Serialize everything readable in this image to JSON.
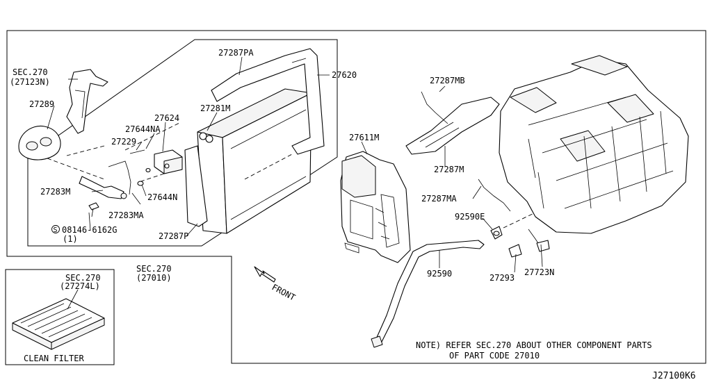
{
  "labels": {
    "sec270_top": "SEC.270",
    "sec270_top_sub": "(27123N)",
    "p27289": "27289",
    "p27287PA": "27287PA",
    "p27620": "27620",
    "p27281M": "27281M",
    "p27624": "27624",
    "p27644NA": "27644NA",
    "p27229": "27229",
    "p27283M": "27283M",
    "p27644N": "27644N",
    "p27283MA": "27283MA",
    "bolt_symbol": "S",
    "bolt": "08146-6162G",
    "bolt_qty": "(1)",
    "p27287P": "27287P",
    "sec270_mid": "SEC.270",
    "sec270_mid_sub": "(27010)",
    "sec270_filter": "SEC.270",
    "sec270_filter_sub": "(27274L)",
    "clean_filter": "CLEAN FILTER",
    "front": "FRONT",
    "p27611M": "27611M",
    "p27287MB": "27287MB",
    "p27287M": "27287M",
    "p27287MA": "27287MA",
    "p92590E": "92590E",
    "p92590": "92590",
    "p27293": "27293",
    "p27723N": "27723N",
    "note_line1": "NOTE) REFER SEC.270 ABOUT OTHER COMPONENT PARTS",
    "note_line2": "OF PART CODE 27010",
    "diagram_code": "J27100K6"
  }
}
